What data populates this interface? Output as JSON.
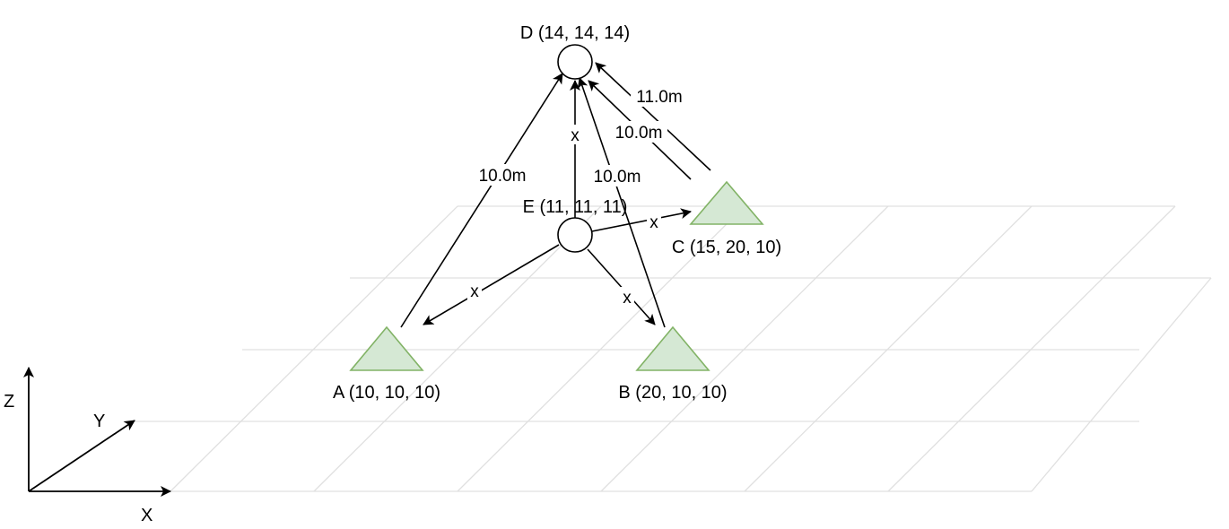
{
  "diagram": {
    "axes": {
      "z": "Z",
      "y": "Y",
      "x": "X"
    },
    "nodes": {
      "a": {
        "label": "A (10, 10, 10)"
      },
      "b": {
        "label": "B (20, 10, 10)"
      },
      "c": {
        "label": "C (15, 20, 10)"
      },
      "d": {
        "label": "D (14, 14, 14)"
      },
      "e": {
        "label": "E (11, 11, 11)"
      }
    },
    "edges": {
      "a_d": "10.0m",
      "b_d": "10.0m",
      "c_d_inner": "10.0m",
      "c_d_outer": "11.0m",
      "e_d": "x",
      "e_a": "x",
      "e_b": "x",
      "e_c": "x"
    },
    "colors": {
      "anchor_fill": "#d5e8d4",
      "anchor_stroke": "#82b366",
      "grid": "#e0e0e0"
    }
  }
}
